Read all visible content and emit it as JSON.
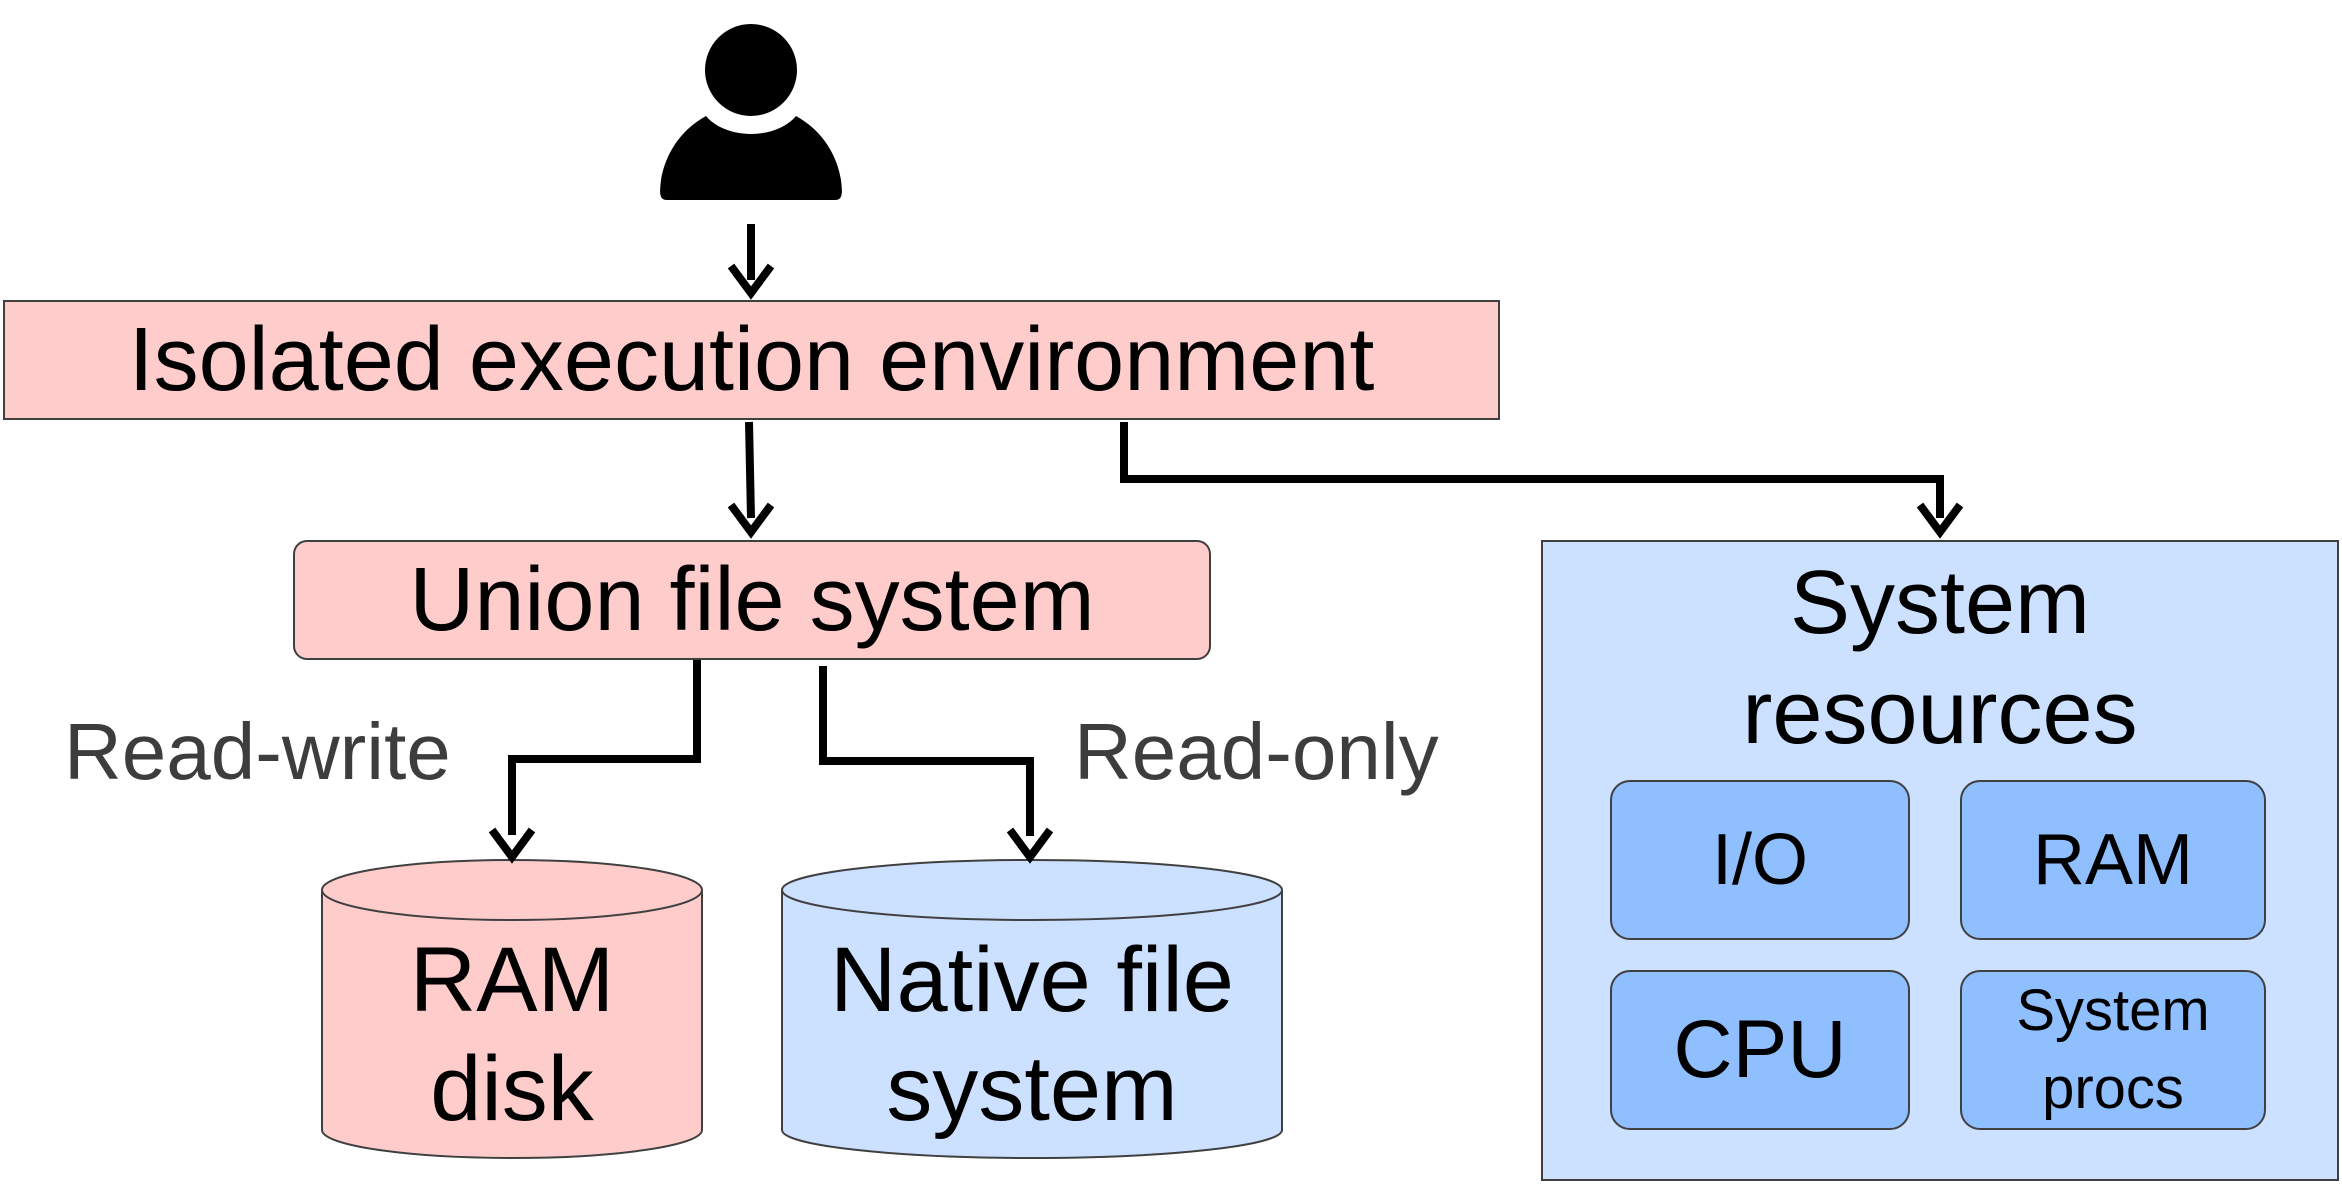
{
  "nodes": {
    "execution_environment": "Isolated execution environment",
    "union_fs": "Union file system",
    "system_resources": "System resources",
    "ram_disk": "RAM disk",
    "native_fs": "Native file system"
  },
  "resources": {
    "io": "I/O",
    "ram": "RAM",
    "cpu": "CPU",
    "procs": "System procs"
  },
  "edges": {
    "read_write": "Read-write",
    "read_only": "Read-only"
  },
  "icons": {
    "user": "user-icon"
  },
  "colors": {
    "red_fill": "#ffcccc",
    "blue_fill": "#cce0ff",
    "blue_inner": "#90bfff",
    "stroke": "#404040",
    "arrow": "#000000"
  }
}
